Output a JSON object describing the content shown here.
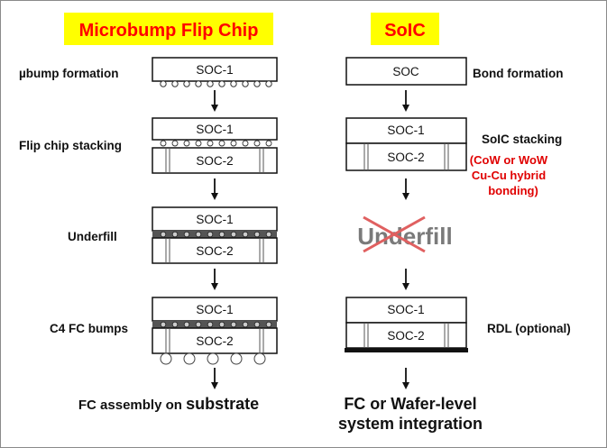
{
  "left_column": {
    "title": "Microbump Flip Chip",
    "steps": {
      "ubump_formation": "µbump formation",
      "flip_chip_stacking": "Flip chip stacking",
      "underfill": "Underfill",
      "c4_fc_bumps": "C4 FC bumps"
    },
    "final_prefix": "FC assembly on ",
    "final_emphasis": "substrate"
  },
  "right_column": {
    "title": "SoIC",
    "steps": {
      "bond_formation": "Bond formation",
      "soic_stacking": "SoIC stacking",
      "rdl": "RDL (optional)"
    },
    "hybrid_note": [
      "(CoW or WoW",
      "Cu-Cu hybrid",
      "bonding)"
    ],
    "underfill_crossed": "Underfill",
    "final_lines": [
      "FC or Wafer-level",
      "system integration"
    ]
  },
  "chips": {
    "soc": "SOC",
    "soc1": "SOC-1",
    "soc2": "SOC-2"
  },
  "colors": {
    "banner_bg": "#ffff00",
    "banner_text": "#ff0000",
    "note_red": "#e00000",
    "cross": "#e06060"
  }
}
